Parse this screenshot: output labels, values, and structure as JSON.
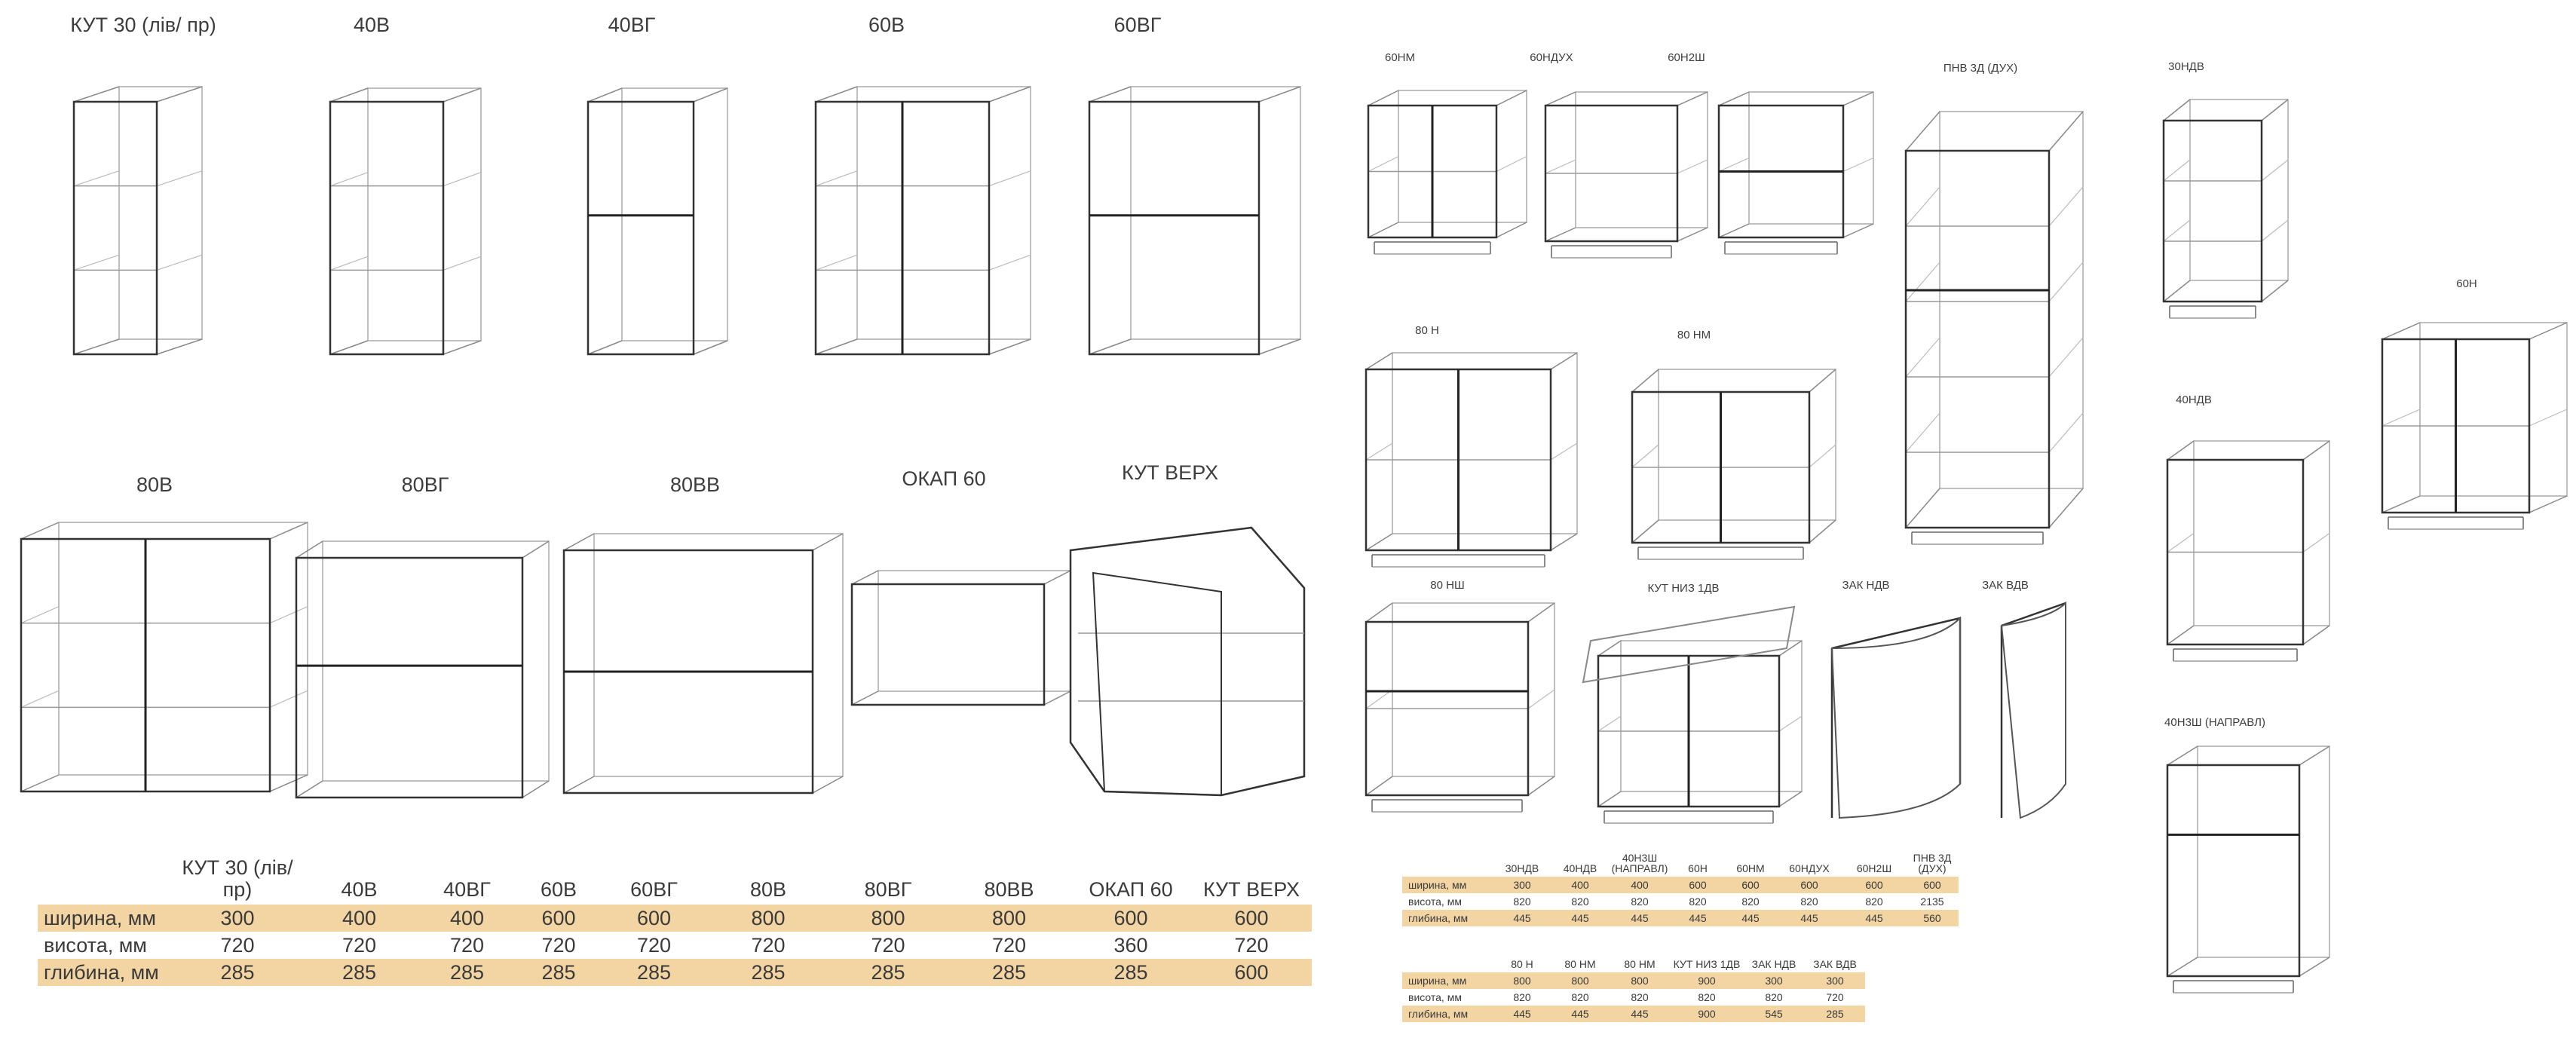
{
  "left_labels": {
    "kut30": "КУТ 30 (лів/ пр)",
    "b40": "40В",
    "b40vg": "40ВГ",
    "b60": "60В",
    "b60vg": "60ВГ",
    "b80": "80В",
    "b80vg": "80ВГ",
    "b80vv": "80ВВ",
    "okap60": "ОКАП 60",
    "kutverh": "КУТ ВЕРХ"
  },
  "right_labels": {
    "n60nm": "60НМ",
    "n60nduh": "60НДУХ",
    "n60n2sh": "60Н2Ш",
    "pnv": "ПНВ 3Д (ДУХ)",
    "n30ndv": "30НДВ",
    "n80n": "80 Н",
    "n80nm": "80 НМ",
    "n60n": "60Н",
    "n40ndv": "40НДВ",
    "n80nsh": "80 НШ",
    "kutniz": "КУТ НИЗ 1ДВ",
    "zakndv": "ЗАК НДВ",
    "zakvdv": "ЗАК ВДВ",
    "n40n3sh": "40Н3Ш (НАПРАВЛ)"
  },
  "table_upper": {
    "headers": [
      "КУТ 30 (лів/ пр)",
      "40В",
      "40ВГ",
      "60В",
      "60ВГ",
      "80В",
      "80ВГ",
      "80ВВ",
      "ОКАП 60",
      "КУТ ВЕРХ"
    ],
    "rows": [
      {
        "label": "ширина, мм",
        "values": [
          "300",
          "400",
          "400",
          "600",
          "600",
          "800",
          "800",
          "800",
          "600",
          "600"
        ]
      },
      {
        "label": "висота, мм",
        "values": [
          "720",
          "720",
          "720",
          "720",
          "720",
          "720",
          "720",
          "720",
          "360",
          "720"
        ]
      },
      {
        "label": "глибина, мм",
        "values": [
          "285",
          "285",
          "285",
          "285",
          "285",
          "285",
          "285",
          "285",
          "285",
          "600"
        ]
      }
    ]
  },
  "table_lower_1": {
    "headers": [
      "30НДВ",
      "40НДВ",
      "40Н3Ш (НАПРАВЛ)",
      "60Н",
      "60НМ",
      "60НДУХ",
      "60Н2Ш",
      "ПНВ 3Д (ДУХ)"
    ],
    "rows": [
      {
        "label": "ширина, мм",
        "values": [
          "300",
          "400",
          "400",
          "600",
          "600",
          "600",
          "600",
          "600"
        ]
      },
      {
        "label": "висота, мм",
        "values": [
          "820",
          "820",
          "820",
          "820",
          "820",
          "820",
          "820",
          "2135"
        ]
      },
      {
        "label": "глибина, мм",
        "values": [
          "445",
          "445",
          "445",
          "445",
          "445",
          "445",
          "445",
          "560"
        ]
      }
    ]
  },
  "table_lower_2": {
    "headers": [
      "80 Н",
      "80 НМ",
      "80 НМ",
      "КУТ НИЗ 1ДВ",
      "ЗАК НДВ",
      "ЗАК ВДВ"
    ],
    "rows": [
      {
        "label": "ширина, мм",
        "values": [
          "800",
          "800",
          "800",
          "900",
          "300",
          "300"
        ]
      },
      {
        "label": "висота, мм",
        "values": [
          "820",
          "820",
          "820",
          "820",
          "820",
          "720"
        ]
      },
      {
        "label": "глибина, мм",
        "values": [
          "445",
          "445",
          "445",
          "900",
          "545",
          "285"
        ]
      }
    ]
  }
}
